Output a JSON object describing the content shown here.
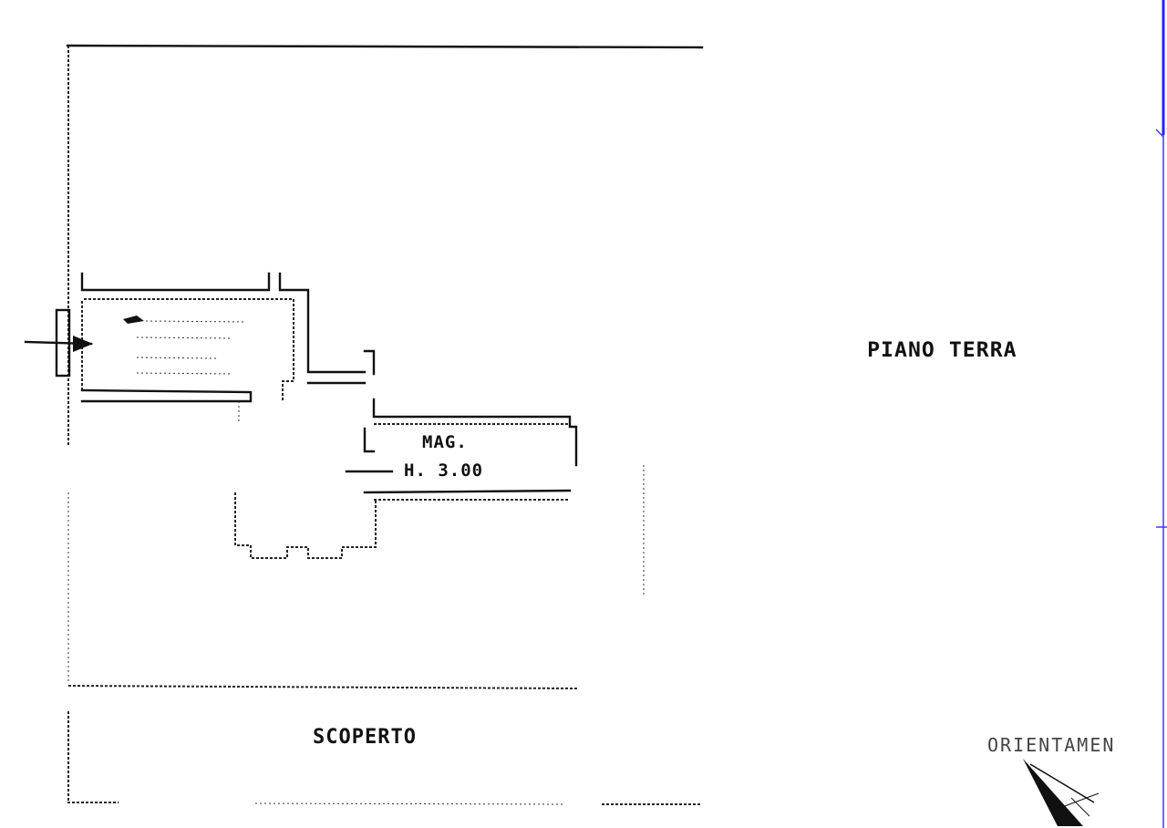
{
  "labels": {
    "floor": "PIANO TERRA",
    "outdoor": "SCOPERTO",
    "storage": "MAG.",
    "height": "H. 3.00",
    "orientation": "ORIENTAMEN"
  },
  "colors": {
    "ink": "#111111",
    "frame_line": "#3a3aff",
    "paper": "#ffffff"
  }
}
